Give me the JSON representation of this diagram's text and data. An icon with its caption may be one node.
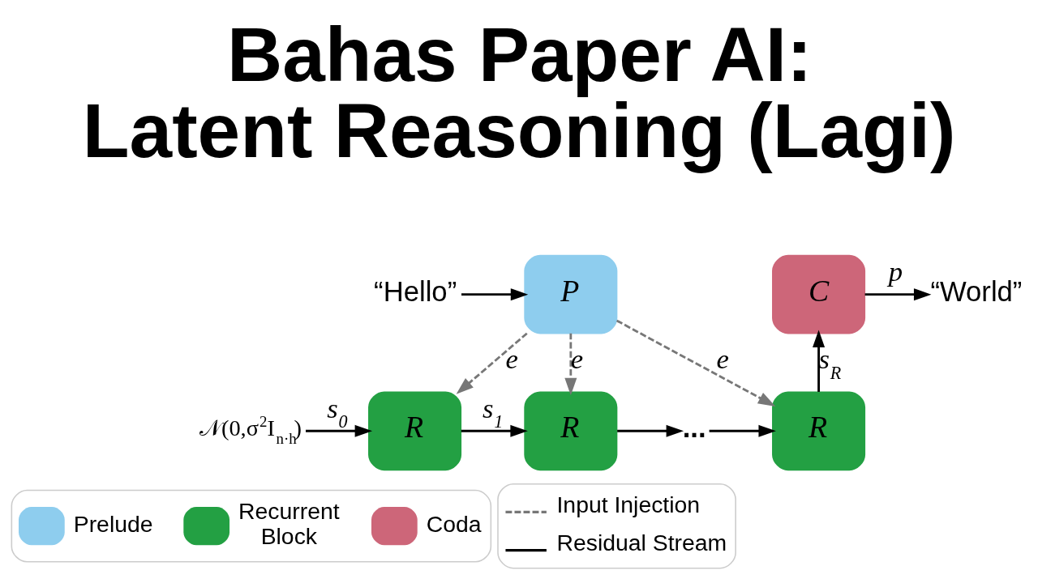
{
  "diagram": {
    "title": "Bahas Paper AI: Latent Reasoning (Lagi)",
    "nodes": [
      {
        "text": [
          "“Hello”"
        ]
      },
      {
        "text": [
          "P"
        ]
      },
      {
        "text": [
          "𝒩(0,σ$^{2}$I$_{n·h}$)"
        ]
      },
      {
        "text": [
          "R"
        ]
      },
      {
        "text": [
          "R"
        ]
      },
      {
        "text": [
          "..."
        ]
      },
      {
        "text": [
          "R"
        ]
      },
      {
        "text": [
          "C"
        ]
      },
      {
        "text": [
          "“World”"
        ]
      }
    ],
    "edges": [
      {
        "from": 0,
        "to": 1,
        "arrow": "to"
      },
      {
        "from": 1,
        "to": 3,
        "arrow": "to",
        "label": "e",
        "style": "dashed",
        "color": "#777777"
      },
      {
        "from": 1,
        "to": 4,
        "arrow": "to",
        "label": "e",
        "style": "dashed",
        "color": "#777777"
      },
      {
        "from": 1,
        "to": 6,
        "arrow": "to",
        "label": "e",
        "style": "dashed",
        "color": "#777777"
      },
      {
        "from": 2,
        "to": 3,
        "arrow": "to",
        "label": "s$_{0}$"
      },
      {
        "from": 3,
        "to": 4,
        "arrow": "to",
        "label": "s$_{1}$"
      },
      {
        "from": 4,
        "to": 5,
        "arrow": "to"
      },
      {
        "from": 5,
        "to": 6,
        "arrow": "to"
      },
      {
        "from": 6,
        "to": 7,
        "arrow": "to",
        "label": "s$_{R}$"
      },
      {
        "from": 7,
        "to": 8,
        "arrow": "to",
        "label": "p"
      }
    ],
    "legend": [
      {
        "text": "Prelude",
        "color": "#8ecdee"
      },
      {
        "text": "Recurrent Block",
        "color": "#23a043"
      },
      {
        "text": "Coda",
        "color": "#cd6679"
      },
      {
        "text": "Input Injection"
      },
      {
        "text": "Residual Stream"
      }
    ]
  }
}
